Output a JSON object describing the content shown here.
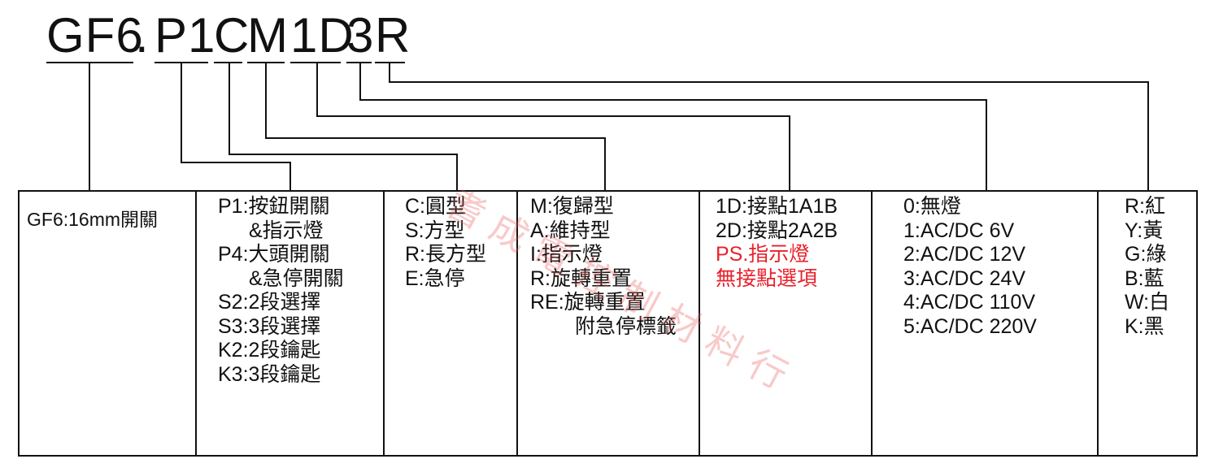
{
  "code": {
    "segments": [
      "GF6",
      ".",
      "P1",
      "C",
      "M",
      "1D",
      "3",
      "R"
    ]
  },
  "columns": [
    {
      "lines": [
        "GF6:16mm開關"
      ]
    },
    {
      "lines": [
        "P1:按鈕開關",
        "&指示燈",
        "P4:大頭開關",
        "&急停開關",
        "S2:2段選擇",
        "S3:3段選擇",
        "K2:2段鑰匙",
        "K3:3段鑰匙"
      ]
    },
    {
      "lines": [
        "C:圓型",
        "S:方型",
        "R:長方型",
        "E:急停"
      ]
    },
    {
      "lines": [
        "M:復歸型",
        "A:維持型",
        "I:指示燈",
        "R:旋轉重置",
        "RE:旋轉重置",
        "附急停標籤"
      ]
    },
    {
      "lines": [
        "1D:接點1A1B",
        "2D:接點2A2B",
        "PS.指示燈",
        "無接點選項"
      ]
    },
    {
      "lines": [
        "0:無燈",
        "1:AC/DC 6V",
        "2:AC/DC 12V",
        "3:AC/DC 24V",
        "4:AC/DC 110V",
        "5:AC/DC 220V"
      ]
    },
    {
      "lines": [
        "R:紅",
        "Y:黃",
        "G:綠",
        "B:藍",
        "W:白",
        "K:黑"
      ]
    }
  ],
  "watermark": "耆成電控制材料行",
  "colors": {
    "line": "#111111",
    "highlight": "#e8212b",
    "watermark": "#e85a5a"
  }
}
